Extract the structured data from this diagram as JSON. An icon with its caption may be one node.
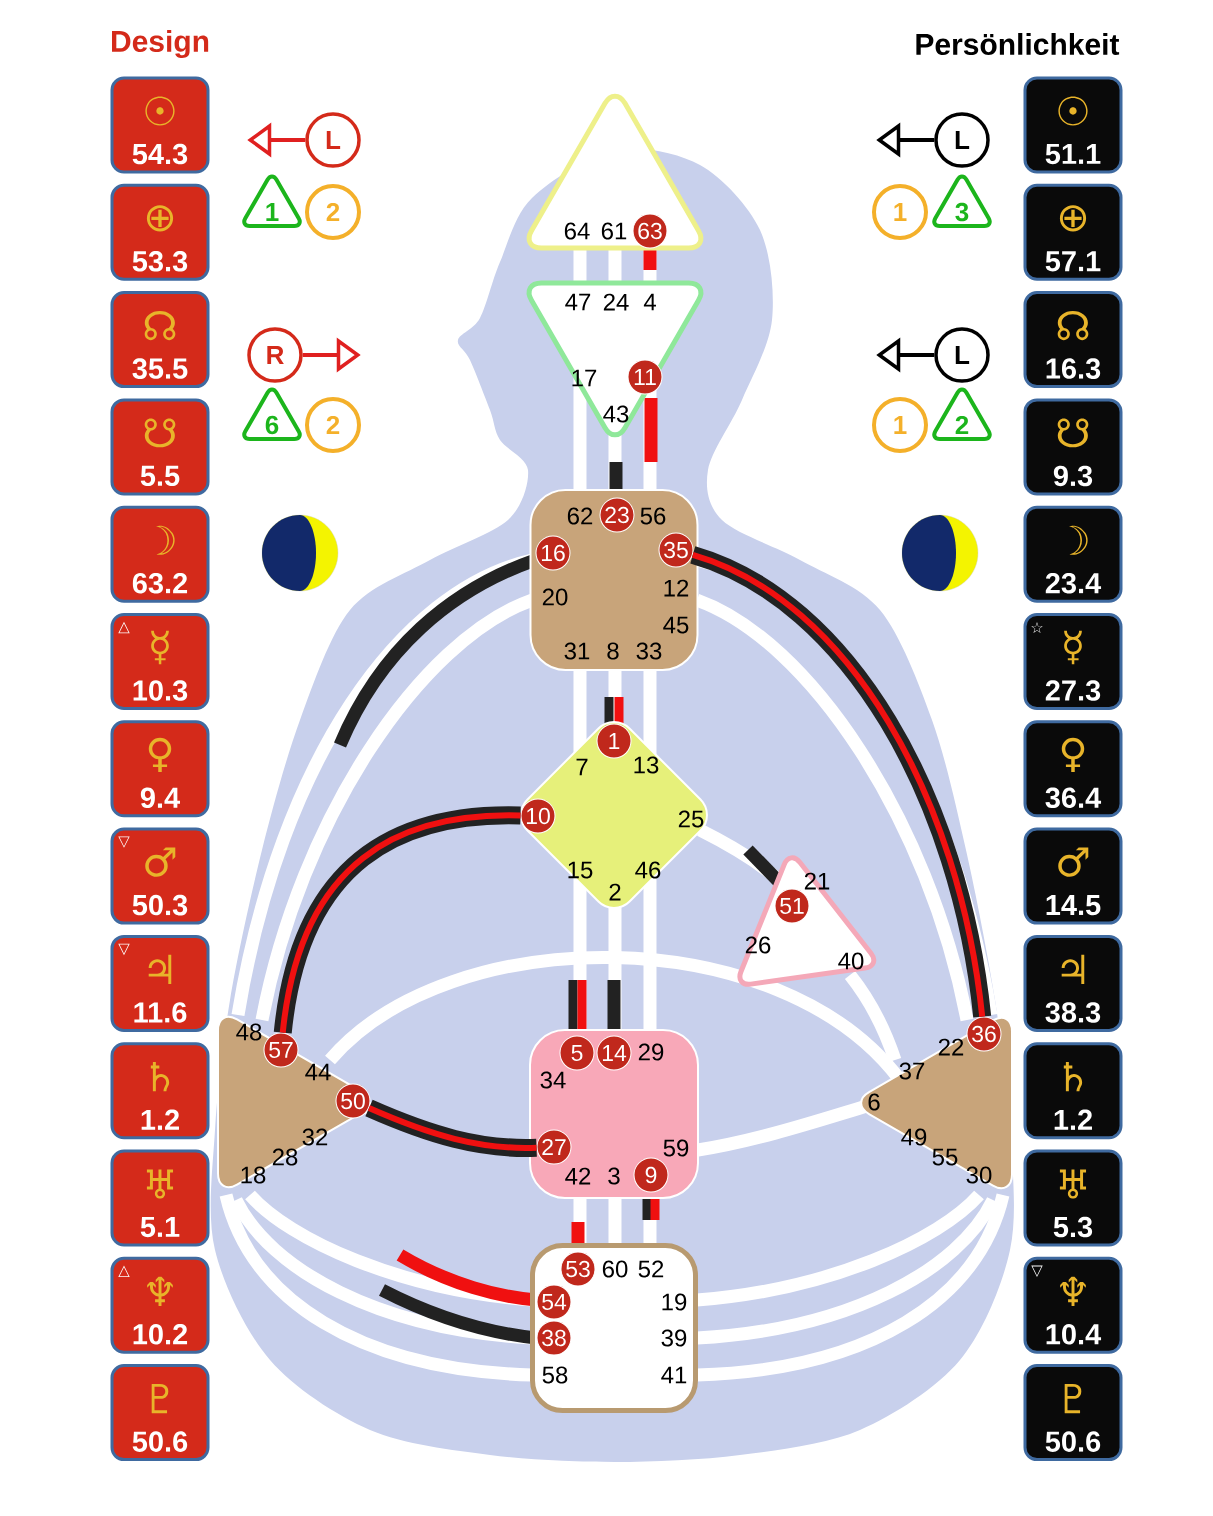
{
  "diagram": {
    "nodes": [
      {
        "text": [
          "☉",
          "54.3"
        ]
      },
      {
        "text": [
          "⊕",
          "53.3"
        ]
      },
      {
        "text": [
          "☊",
          "35.5"
        ]
      },
      {
        "text": [
          "☋",
          "5.5"
        ]
      },
      {
        "text": [
          "☽",
          "63.2"
        ]
      },
      {
        "text": [
          "△",
          "☿",
          "10.3"
        ]
      },
      {
        "text": [
          "♀",
          "9.4"
        ]
      },
      {
        "text": [
          "▽",
          "♂",
          "50.3"
        ]
      },
      {
        "text": [
          "▽",
          "♃",
          "11.6"
        ]
      },
      {
        "text": [
          "♄",
          "1.2"
        ]
      },
      {
        "text": [
          "♅",
          "5.1"
        ]
      },
      {
        "text": [
          "△",
          "♆",
          "10.2"
        ]
      },
      {
        "text": [
          "♇",
          "50.6"
        ]
      },
      {
        "text": [
          "L"
        ]
      },
      {
        "text": [
          "1"
        ]
      },
      {
        "text": [
          "2"
        ]
      },
      {
        "text": [
          "R"
        ]
      },
      {
        "text": [
          "6"
        ]
      },
      {
        "text": [
          "2"
        ]
      },
      {
        "text": [
          "☉",
          "51.1"
        ]
      },
      {
        "text": [
          "⊕",
          "57.1"
        ]
      },
      {
        "text": [
          "☊",
          "16.3"
        ]
      },
      {
        "text": [
          "☋",
          "9.3"
        ]
      },
      {
        "text": [
          "☽",
          "23.4"
        ]
      },
      {
        "text": [
          "☆",
          "☿",
          "27.3"
        ]
      },
      {
        "text": [
          "♀",
          "36.4"
        ]
      },
      {
        "text": [
          "♂",
          "14.5"
        ]
      },
      {
        "text": [
          "♃",
          "38.3"
        ]
      },
      {
        "text": [
          "♄",
          "1.2"
        ]
      },
      {
        "text": [
          "♅",
          "5.3"
        ]
      },
      {
        "text": [
          "▽",
          "♆",
          "10.4"
        ]
      },
      {
        "text": [
          "♇",
          "50.6"
        ]
      },
      {
        "text": [
          "L"
        ]
      },
      {
        "text": [
          "1"
        ]
      },
      {
        "text": [
          "3"
        ]
      },
      {
        "text": [
          "L"
        ]
      },
      {
        "text": [
          "1"
        ]
      },
      {
        "text": [
          "2"
        ]
      },
      {
        "text": [
          "64",
          "61"
        ]
      },
      {
        "text": [
          "63"
        ],
        "in": 38
      },
      {
        "text": [
          "47",
          "24",
          "4",
          "17",
          "43"
        ]
      },
      {
        "text": [
          "11"
        ],
        "in": 40
      },
      {
        "text": [
          "62",
          "56",
          "20",
          "12",
          "45",
          "31",
          "8",
          "33"
        ]
      },
      {
        "text": [
          "23"
        ],
        "in": 42
      },
      {
        "text": [
          "16"
        ],
        "in": 42
      },
      {
        "text": [
          "35"
        ],
        "in": 42
      },
      {
        "text": [
          "7",
          "13",
          "25",
          "15",
          "46",
          "2"
        ]
      },
      {
        "text": [
          "1"
        ],
        "in": 46
      },
      {
        "text": [
          "10"
        ],
        "in": 46
      },
      {
        "text": [
          "21",
          "26",
          "40"
        ]
      },
      {
        "text": [
          "51"
        ],
        "in": 49
      },
      {
        "text": [
          "48",
          "44",
          "32",
          "28",
          "18"
        ]
      },
      {
        "text": [
          "57"
        ],
        "in": 51
      },
      {
        "text": [
          "50"
        ],
        "in": 51
      },
      {
        "text": [
          "29",
          "34",
          "59",
          "42",
          "3"
        ]
      },
      {
        "text": [
          "5"
        ],
        "in": 54
      },
      {
        "text": [
          "14"
        ],
        "in": 54
      },
      {
        "text": [
          "27"
        ],
        "in": 54
      },
      {
        "text": [
          "9"
        ],
        "in": 54
      },
      {
        "text": [
          "22",
          "37",
          "6",
          "49",
          "55",
          "30"
        ]
      },
      {
        "text": [
          "36"
        ],
        "in": 59
      },
      {
        "text": [
          "60",
          "52",
          "19",
          "39",
          "58",
          "41"
        ]
      },
      {
        "text": [
          "53"
        ],
        "in": 61
      },
      {
        "text": [
          "54"
        ],
        "in": 61
      },
      {
        "text": [
          "38"
        ],
        "in": 61
      }
    ],
    "edges": [
      {
        "from": 48,
        "to": 52,
        "arrow": "none",
        "style": "thick"
      },
      {
        "from": 45,
        "to": 60,
        "arrow": "none",
        "style": "thick"
      },
      {
        "from": 53,
        "to": 57,
        "arrow": "none",
        "style": "thick"
      },
      {
        "from": 13,
        "to": null,
        "arrow": "to",
        "color": "#e02020"
      },
      {
        "from": 16,
        "to": null,
        "arrow": "to",
        "color": "#e02020"
      },
      {
        "from": 32,
        "to": null,
        "arrow": "to",
        "color": "#000000"
      },
      {
        "from": 35,
        "to": null,
        "arrow": "to",
        "color": "#000000"
      }
    ],
    "labels": [
      "Design",
      "Persönlichkeit"
    ]
  }
}
